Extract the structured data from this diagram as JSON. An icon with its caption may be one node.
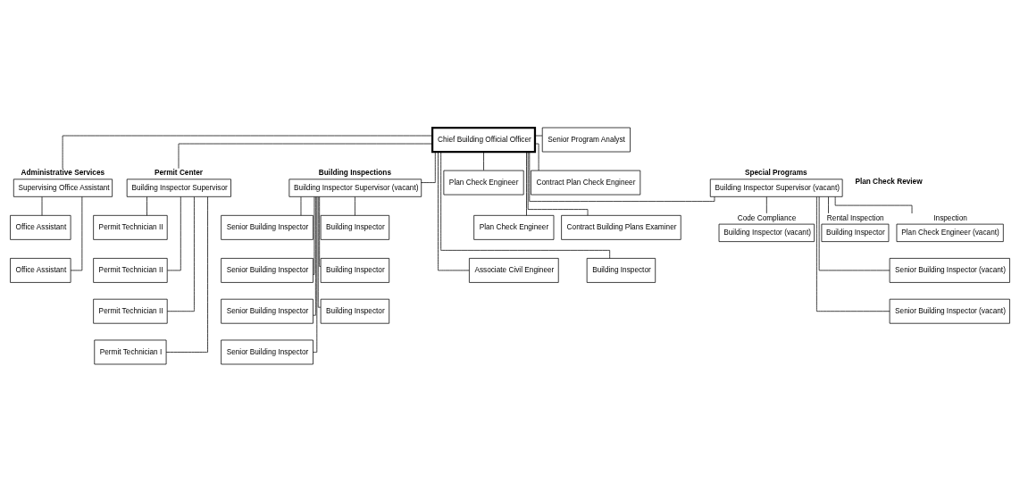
{
  "diagram": {
    "nodes": [
      {
        "text": [
          "Chief Building Official Officer"
        ]
      },
      {
        "text": [
          "Senior Program Analyst"
        ]
      },
      {
        "text": [
          "Supervising Office Assistant"
        ],
        "beside": [
          "Administrative Services"
        ]
      },
      {
        "text": [
          "Office Assistant"
        ]
      },
      {
        "text": [
          "Office Assistant"
        ]
      },
      {
        "text": [
          "Building Inspector Supervisor"
        ],
        "beside": [
          "Permit Center"
        ]
      },
      {
        "text": [
          "Permit Technician II"
        ]
      },
      {
        "text": [
          "Permit Technician II"
        ]
      },
      {
        "text": [
          "Permit Technician II"
        ]
      },
      {
        "text": [
          "Permit Technician I"
        ]
      },
      {
        "text": [
          "Building Inspector Supervisor (vacant)"
        ],
        "beside": [
          "Building Inspections"
        ]
      },
      {
        "text": [
          "Senior Building Inspector"
        ]
      },
      {
        "text": [
          "Building Inspector"
        ]
      },
      {
        "text": [
          "Senior Building Inspector"
        ]
      },
      {
        "text": [
          "Building Inspector"
        ]
      },
      {
        "text": [
          "Senior Building Inspector"
        ]
      },
      {
        "text": [
          "Building Inspector"
        ]
      },
      {
        "text": [
          "Senior Building Inspector"
        ]
      },
      {
        "text": [
          "Plan Check Engineer"
        ]
      },
      {
        "text": [
          "Contract Plan Check Engineer"
        ]
      },
      {
        "text": [
          "Plan Check Engineer"
        ]
      },
      {
        "text": [
          "Contract Building Plans Examiner"
        ]
      },
      {
        "text": [
          "Associate Civil Engineer"
        ]
      },
      {
        "text": [
          "Building Inspector"
        ]
      },
      {
        "text": [
          "Building Inspector Supervisor (vacant)"
        ],
        "beside": [
          "Special Programs"
        ]
      },
      {
        "text": [
          "Building Inspector (vacant)"
        ],
        "beside": [
          "Code Compliance"
        ]
      },
      {
        "text": [
          "Building Inspector"
        ],
        "beside": [
          "Rental Inspection"
        ]
      },
      {
        "text": [
          "Plan Check Engineer (vacant)"
        ],
        "beside": [
          "Inspection"
        ]
      },
      {
        "text": [
          "Senior Building Inspector (vacant)"
        ]
      },
      {
        "text": [
          "Senior Building Inspector (vacant)"
        ]
      }
    ],
    "edges": [
      {
        "from": 0,
        "to": 1,
        "arrow": "none"
      },
      {
        "from": 0,
        "to": 2,
        "arrow": "none"
      },
      {
        "from": 0,
        "to": 5,
        "arrow": "none"
      },
      {
        "from": 0,
        "to": 10,
        "arrow": "none"
      },
      {
        "from": 0,
        "to": 18,
        "arrow": "none"
      },
      {
        "from": 0,
        "to": 19,
        "arrow": "none"
      },
      {
        "from": 0,
        "to": 20,
        "arrow": "none"
      },
      {
        "from": 0,
        "to": 21,
        "arrow": "none"
      },
      {
        "from": 0,
        "to": 22,
        "arrow": "none"
      },
      {
        "from": 0,
        "to": 23,
        "arrow": "none"
      },
      {
        "from": 0,
        "to": 24,
        "arrow": "none"
      },
      {
        "from": 2,
        "to": 3,
        "arrow": "none"
      },
      {
        "from": 2,
        "to": 4,
        "arrow": "none"
      },
      {
        "from": 5,
        "to": 6,
        "arrow": "none"
      },
      {
        "from": 5,
        "to": 7,
        "arrow": "none"
      },
      {
        "from": 5,
        "to": 8,
        "arrow": "none"
      },
      {
        "from": 5,
        "to": 9,
        "arrow": "none"
      },
      {
        "from": 10,
        "to": 11,
        "arrow": "none"
      },
      {
        "from": 10,
        "to": 12,
        "arrow": "none"
      },
      {
        "from": 10,
        "to": 13,
        "arrow": "none"
      },
      {
        "from": 10,
        "to": 14,
        "arrow": "none"
      },
      {
        "from": 10,
        "to": 15,
        "arrow": "none"
      },
      {
        "from": 10,
        "to": 16,
        "arrow": "none"
      },
      {
        "from": 10,
        "to": 17,
        "arrow": "none"
      },
      {
        "from": 24,
        "to": 25,
        "arrow": "none"
      },
      {
        "from": 24,
        "to": 26,
        "arrow": "none"
      },
      {
        "from": 24,
        "to": 27,
        "arrow": "none"
      },
      {
        "from": 24,
        "to": 28,
        "arrow": "none"
      },
      {
        "from": 24,
        "to": 29,
        "arrow": "none"
      }
    ],
    "labels": [
      "Plan Check Review"
    ]
  }
}
